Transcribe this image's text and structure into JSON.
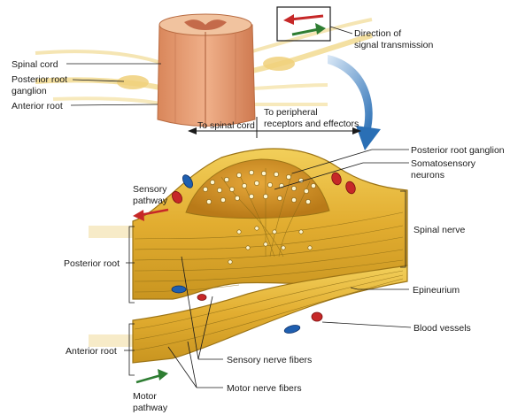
{
  "labels": {
    "spinal_cord": "Spinal cord",
    "posterior_root_ganglion_top_line1": "Posterior root",
    "posterior_root_ganglion_top_line2": "ganglion",
    "anterior_root_top": "Anterior root",
    "direction_line1": "Direction of",
    "direction_line2": "signal transmission",
    "to_spinal_cord": "To spinal cord",
    "to_peripheral_line1": "To peripheral",
    "to_peripheral_line2": "receptors and effectors",
    "posterior_root_ganglion": "Posterior root ganglion",
    "somatosensory_line1": "Somatosensory",
    "somatosensory_line2": "neurons",
    "sensory_pathway_line1": "Sensory",
    "sensory_pathway_line2": "pathway",
    "spinal_nerve": "Spinal nerve",
    "posterior_root": "Posterior root",
    "epineurium": "Epineurium",
    "blood_vessels": "Blood vessels",
    "anterior_root": "Anterior root",
    "sensory_nerve_fibers": "Sensory nerve fibers",
    "motor_nerve_fibers": "Motor nerve fibers",
    "motor_pathway_line1": "Motor",
    "motor_pathway_line2": "pathway"
  },
  "colors": {
    "sensory_arrow": "#c62828",
    "motor_arrow": "#2e7d32",
    "cord_tissue": "#e8a074",
    "nerve_fill": "#e8b838",
    "nerve_edge": "#b8860b",
    "ganglion_fill": "#d89a28",
    "transition_arrow": "#2a6fb5"
  }
}
